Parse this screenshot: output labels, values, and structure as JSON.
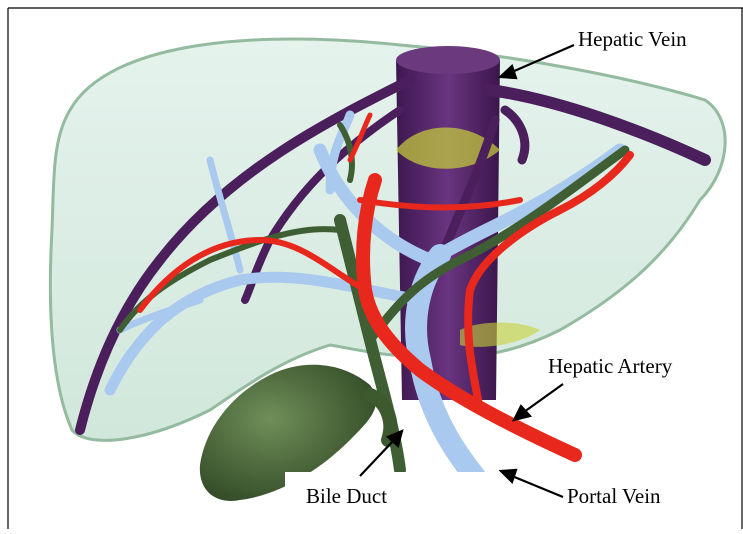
{
  "labels": {
    "hepatic_vein": "Hepatic Vein",
    "hepatic_artery": "Hepatic Artery",
    "bile_duct": "Bile Duct",
    "portal_vein": "Portal Vein"
  },
  "colors": {
    "liver_fill": "#dcefe6",
    "liver_outline": "#8fb79a",
    "hepatic_vein": "#4b1f5c",
    "portal_vein": "#a9c9ef",
    "hepatic_artery": "#e8281c",
    "bile_duct": "#3f5e33",
    "gallbladder": "#3c5a2e",
    "ivc_highlight": "#c9d23a"
  }
}
